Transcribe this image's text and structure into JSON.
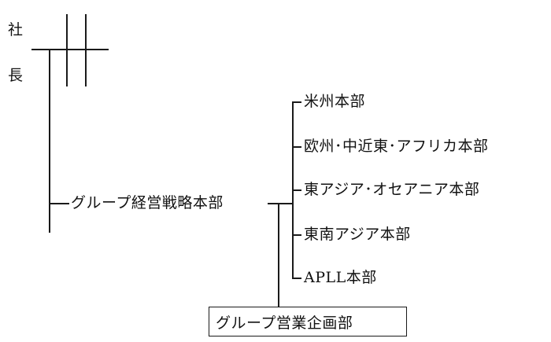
{
  "president": {
    "char1": "社",
    "char2": "長"
  },
  "main_division": {
    "label": "グループ経営戦略本部"
  },
  "regions": [
    {
      "label": "米州本部"
    },
    {
      "label": "欧州･中近東･アフリカ本部"
    },
    {
      "label": "東アジア･オセアニア本部"
    },
    {
      "label": "東南アジア本部"
    },
    {
      "label": "APLL本部"
    }
  ],
  "planning_dept": {
    "label": "グループ営業企画部"
  }
}
